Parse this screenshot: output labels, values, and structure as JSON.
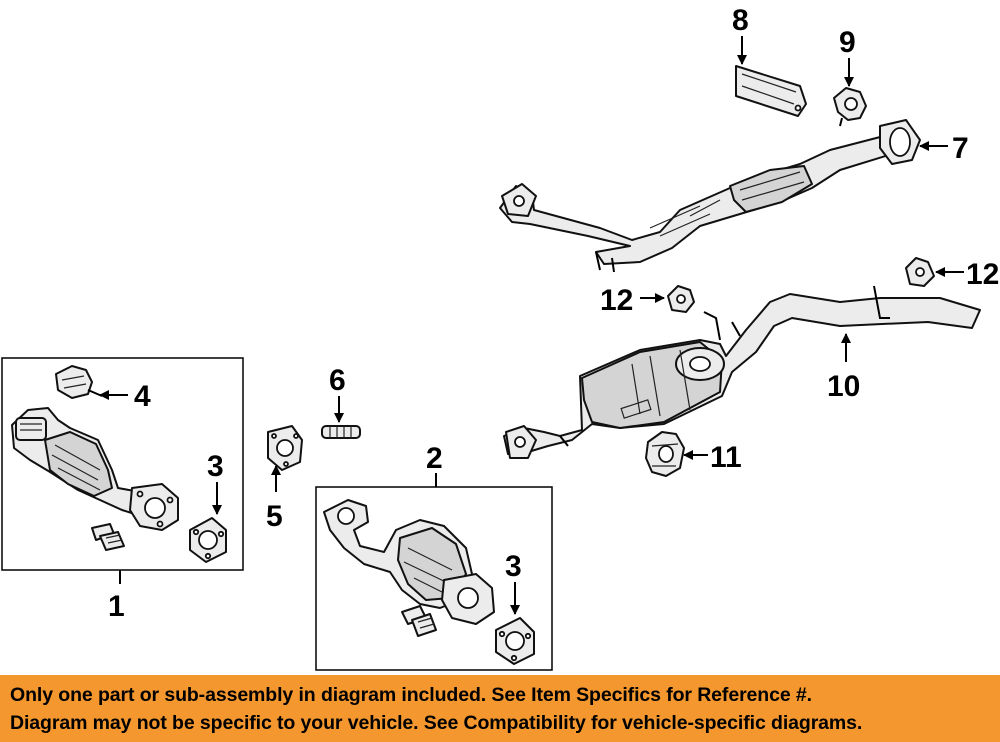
{
  "callouts": {
    "c1": "1",
    "c2": "2",
    "c3a": "3",
    "c3b": "3",
    "c4": "4",
    "c5": "5",
    "c6": "6",
    "c7": "7",
    "c8": "8",
    "c9": "9",
    "c10": "10",
    "c11": "11",
    "c12a": "12",
    "c12b": "12"
  },
  "notice": {
    "line1": "Only one part or sub-assembly in diagram included. See Item Specifics for Reference #.",
    "line2": "Diagram may not be specific to your vehicle. See Compatibility for vehicle-specific diagrams."
  },
  "colors": {
    "notice_background": "#f3972e",
    "line_art": "#000000"
  }
}
